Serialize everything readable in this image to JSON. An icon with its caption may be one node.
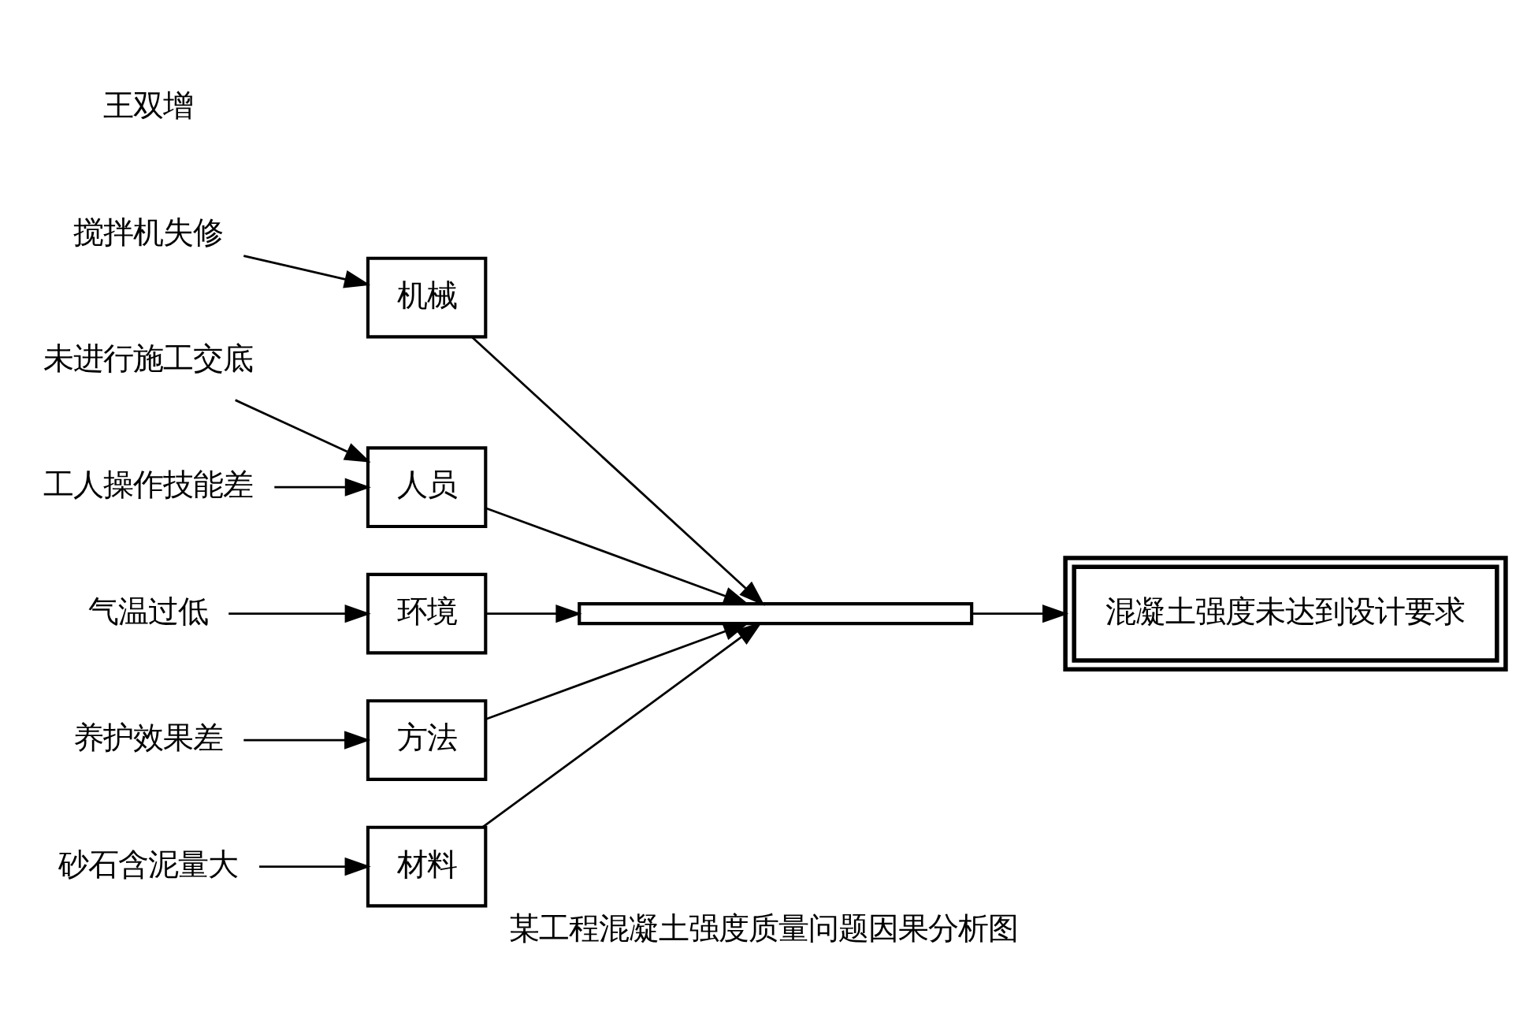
{
  "diagram": {
    "caption": "某工程混凝土强度质量问题因果分析图",
    "nodes": [
      {
        "text": [
          "材料"
        ]
      },
      {
        "text": [
          "机械"
        ]
      },
      {
        "text": [
          "人员"
        ]
      },
      {
        "text": [
          "未进行施工交底"
        ]
      },
      {
        "text": [
          "混凝土强度未达到设计要求"
        ]
      },
      {
        "text": [
          "砂石含泥量大"
        ]
      },
      {
        "text": [
          "搅拌机失修"
        ]
      },
      {
        "text": [
          "工人操作技能差"
        ]
      },
      {
        "text": [],
        "shape": "bar"
      },
      {
        "text": [
          "气温过低"
        ]
      },
      {
        "text": [
          "养护效果差"
        ]
      },
      {
        "text": [
          "环境"
        ]
      },
      {
        "text": [
          "方法"
        ]
      }
    ],
    "edges": [
      {
        "from": 5,
        "to": 0,
        "arrow": "to"
      },
      {
        "from": 0,
        "to": 8,
        "arrow": "to"
      },
      {
        "from": 6,
        "to": 1,
        "arrow": "to"
      },
      {
        "from": 1,
        "to": 8,
        "arrow": "to"
      },
      {
        "from": 7,
        "to": 2,
        "arrow": "to"
      },
      {
        "from": 3,
        "to": 2,
        "arrow": "to"
      },
      {
        "from": 2,
        "to": 8,
        "arrow": "to"
      },
      {
        "from": 9,
        "to": 11,
        "arrow": "to"
      },
      {
        "from": 11,
        "to": 8,
        "arrow": "to"
      },
      {
        "from": 10,
        "to": 12,
        "arrow": "to"
      },
      {
        "from": 12,
        "to": 8,
        "arrow": "to"
      },
      {
        "from": 8,
        "to": 4,
        "arrow": "to"
      }
    ],
    "labels": [
      "王双增"
    ]
  }
}
